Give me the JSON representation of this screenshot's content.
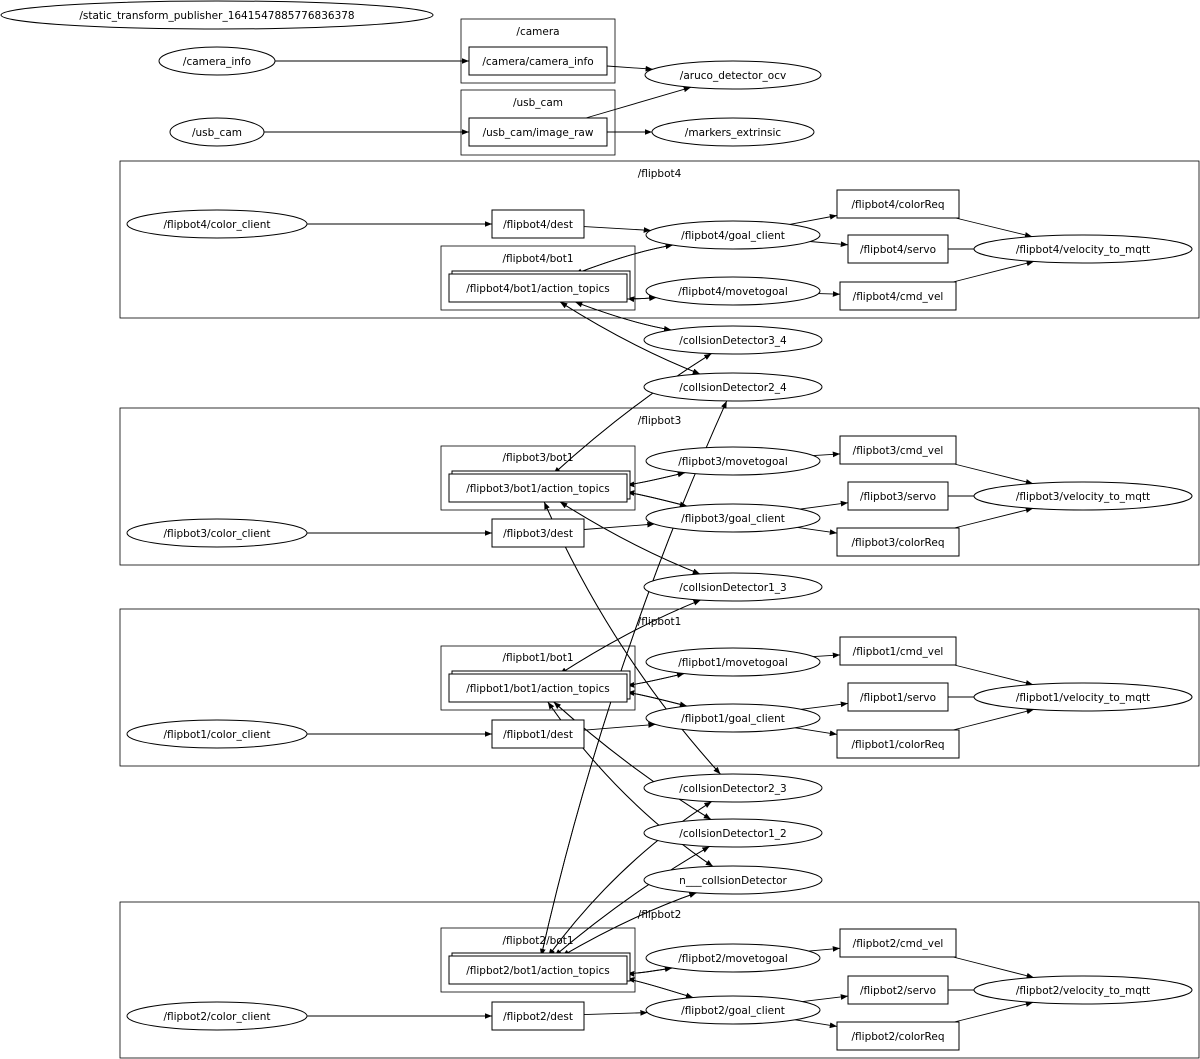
{
  "graph": {
    "nodes": {
      "static_tf": "/static_transform_publisher_1641547885776836378",
      "camera_info_n": "/camera_info",
      "camera_camera_info": "/camera/camera_info",
      "aruco": "/aruco_detector_ocv",
      "usb_cam_n": "/usb_cam",
      "usb_cam_image_raw": "/usb_cam/image_raw",
      "markers_extrinsic": "/markers_extrinsic",
      "fb4_color_client": "/flipbot4/color_client",
      "fb4_dest": "/flipbot4/dest",
      "fb4_goal_client": "/flipbot4/goal_client",
      "fb4_colorReq": "/flipbot4/colorReq",
      "fb4_servo": "/flipbot4/servo",
      "fb4_velocity": "/flipbot4/velocity_to_mqtt",
      "fb4_action": "/flipbot4/bot1/action_topics",
      "fb4_movetogoal": "/flipbot4/movetogoal",
      "fb4_cmd_vel": "/flipbot4/cmd_vel",
      "cd3_4": "/collsionDetector3_4",
      "cd2_4": "/collsionDetector2_4",
      "fb3_action": "/flipbot3/bot1/action_topics",
      "fb3_movetogoal": "/flipbot3/movetogoal",
      "fb3_cmd_vel": "/flipbot3/cmd_vel",
      "fb3_servo": "/flipbot3/servo",
      "fb3_velocity": "/flipbot3/velocity_to_mqtt",
      "fb3_goal_client": "/flipbot3/goal_client",
      "fb3_colorReq": "/flipbot3/colorReq",
      "fb3_color_client": "/flipbot3/color_client",
      "fb3_dest": "/flipbot3/dest",
      "cd1_3": "/collsionDetector1_3",
      "fb1_action": "/flipbot1/bot1/action_topics",
      "fb1_movetogoal": "/flipbot1/movetogoal",
      "fb1_cmd_vel": "/flipbot1/cmd_vel",
      "fb1_servo": "/flipbot1/servo",
      "fb1_velocity": "/flipbot1/velocity_to_mqtt",
      "fb1_goal_client": "/flipbot1/goal_client",
      "fb1_colorReq": "/flipbot1/colorReq",
      "fb1_color_client": "/flipbot1/color_client",
      "fb1_dest": "/flipbot1/dest",
      "cd2_3": "/collsionDetector2_3",
      "cd1_2": "/collsionDetector1_2",
      "n_cd": "n___collsionDetector",
      "fb2_action": "/flipbot2/bot1/action_topics",
      "fb2_movetogoal": "/flipbot2/movetogoal",
      "fb2_cmd_vel": "/flipbot2/cmd_vel",
      "fb2_servo": "/flipbot2/servo",
      "fb2_velocity": "/flipbot2/velocity_to_mqtt",
      "fb2_goal_client": "/flipbot2/goal_client",
      "fb2_colorReq": "/flipbot2/colorReq",
      "fb2_color_client": "/flipbot2/color_client",
      "fb2_dest": "/flipbot2/dest"
    },
    "clusters": {
      "camera": "/camera",
      "usb_cam": "/usb_cam",
      "flipbot4": "/flipbot4",
      "flipbot4_bot1": "/flipbot4/bot1",
      "flipbot3": "/flipbot3",
      "flipbot3_bot1": "/flipbot3/bot1",
      "flipbot1": "/flipbot1",
      "flipbot1_bot1": "/flipbot1/bot1",
      "flipbot2": "/flipbot2",
      "flipbot2_bot1": "/flipbot2/bot1"
    },
    "edges": [
      [
        "camera_info_n",
        "camera_camera_info"
      ],
      [
        "camera_camera_info",
        "aruco"
      ],
      [
        "usb_cam_n",
        "usb_cam_image_raw"
      ],
      [
        "usb_cam_image_raw",
        "aruco"
      ],
      [
        "usb_cam_image_raw",
        "markers_extrinsic"
      ],
      [
        "fb4_color_client",
        "fb4_dest"
      ],
      [
        "fb4_dest",
        "fb4_goal_client"
      ],
      [
        "fb4_goal_client",
        "fb4_colorReq"
      ],
      [
        "fb4_goal_client",
        "fb4_servo"
      ],
      [
        "fb4_goal_client",
        "fb4_action"
      ],
      [
        "fb4_action",
        "fb4_goal_client"
      ],
      [
        "fb4_action",
        "fb4_movetogoal"
      ],
      [
        "fb4_movetogoal",
        "fb4_action"
      ],
      [
        "fb4_movetogoal",
        "fb4_cmd_vel"
      ],
      [
        "fb4_colorReq",
        "fb4_velocity"
      ],
      [
        "fb4_servo",
        "fb4_velocity"
      ],
      [
        "fb4_cmd_vel",
        "fb4_velocity"
      ],
      [
        "fb4_action",
        "cd3_4"
      ],
      [
        "cd3_4",
        "fb4_action"
      ],
      [
        "fb4_action",
        "cd2_4"
      ],
      [
        "cd2_4",
        "fb4_action"
      ],
      [
        "cd3_4",
        "fb3_action"
      ],
      [
        "fb3_action",
        "cd3_4"
      ],
      [
        "cd2_4",
        "fb2_action"
      ],
      [
        "fb2_action",
        "cd2_4"
      ],
      [
        "fb3_color_client",
        "fb3_dest"
      ],
      [
        "fb3_dest",
        "fb3_goal_client"
      ],
      [
        "fb3_goal_client",
        "fb3_servo"
      ],
      [
        "fb3_goal_client",
        "fb3_colorReq"
      ],
      [
        "fb3_goal_client",
        "fb3_action"
      ],
      [
        "fb3_action",
        "fb3_goal_client"
      ],
      [
        "fb3_action",
        "fb3_movetogoal"
      ],
      [
        "fb3_movetogoal",
        "fb3_action"
      ],
      [
        "fb3_movetogoal",
        "fb3_cmd_vel"
      ],
      [
        "fb3_cmd_vel",
        "fb3_velocity"
      ],
      [
        "fb3_servo",
        "fb3_velocity"
      ],
      [
        "fb3_colorReq",
        "fb3_velocity"
      ],
      [
        "fb3_action",
        "cd1_3"
      ],
      [
        "cd1_3",
        "fb3_action"
      ],
      [
        "fb3_action",
        "cd2_3"
      ],
      [
        "cd2_3",
        "fb3_action"
      ],
      [
        "cd1_3",
        "fb1_action"
      ],
      [
        "fb1_action",
        "cd1_3"
      ],
      [
        "fb1_color_client",
        "fb1_dest"
      ],
      [
        "fb1_dest",
        "fb1_goal_client"
      ],
      [
        "fb1_goal_client",
        "fb1_servo"
      ],
      [
        "fb1_goal_client",
        "fb1_colorReq"
      ],
      [
        "fb1_goal_client",
        "fb1_action"
      ],
      [
        "fb1_action",
        "fb1_goal_client"
      ],
      [
        "fb1_action",
        "fb1_movetogoal"
      ],
      [
        "fb1_movetogoal",
        "fb1_action"
      ],
      [
        "fb1_movetogoal",
        "fb1_cmd_vel"
      ],
      [
        "fb1_cmd_vel",
        "fb1_velocity"
      ],
      [
        "fb1_servo",
        "fb1_velocity"
      ],
      [
        "fb1_colorReq",
        "fb1_velocity"
      ],
      [
        "fb1_action",
        "cd1_2"
      ],
      [
        "cd1_2",
        "fb1_action"
      ],
      [
        "fb1_action",
        "n_cd"
      ],
      [
        "n_cd",
        "fb1_action"
      ],
      [
        "cd2_3",
        "fb2_action"
      ],
      [
        "fb2_action",
        "cd2_3"
      ],
      [
        "cd1_2",
        "fb2_action"
      ],
      [
        "fb2_action",
        "cd1_2"
      ],
      [
        "n_cd",
        "fb2_action"
      ],
      [
        "fb2_action",
        "n_cd"
      ],
      [
        "fb2_color_client",
        "fb2_dest"
      ],
      [
        "fb2_dest",
        "fb2_goal_client"
      ],
      [
        "fb2_goal_client",
        "fb2_servo"
      ],
      [
        "fb2_goal_client",
        "fb2_colorReq"
      ],
      [
        "fb2_goal_client",
        "fb2_action"
      ],
      [
        "fb2_action",
        "fb2_goal_client"
      ],
      [
        "fb2_action",
        "fb2_movetogoal"
      ],
      [
        "fb2_movetogoal",
        "fb2_action"
      ],
      [
        "fb2_movetogoal",
        "fb2_cmd_vel"
      ],
      [
        "fb2_cmd_vel",
        "fb2_velocity"
      ],
      [
        "fb2_servo",
        "fb2_velocity"
      ],
      [
        "fb2_colorReq",
        "fb2_velocity"
      ]
    ]
  }
}
